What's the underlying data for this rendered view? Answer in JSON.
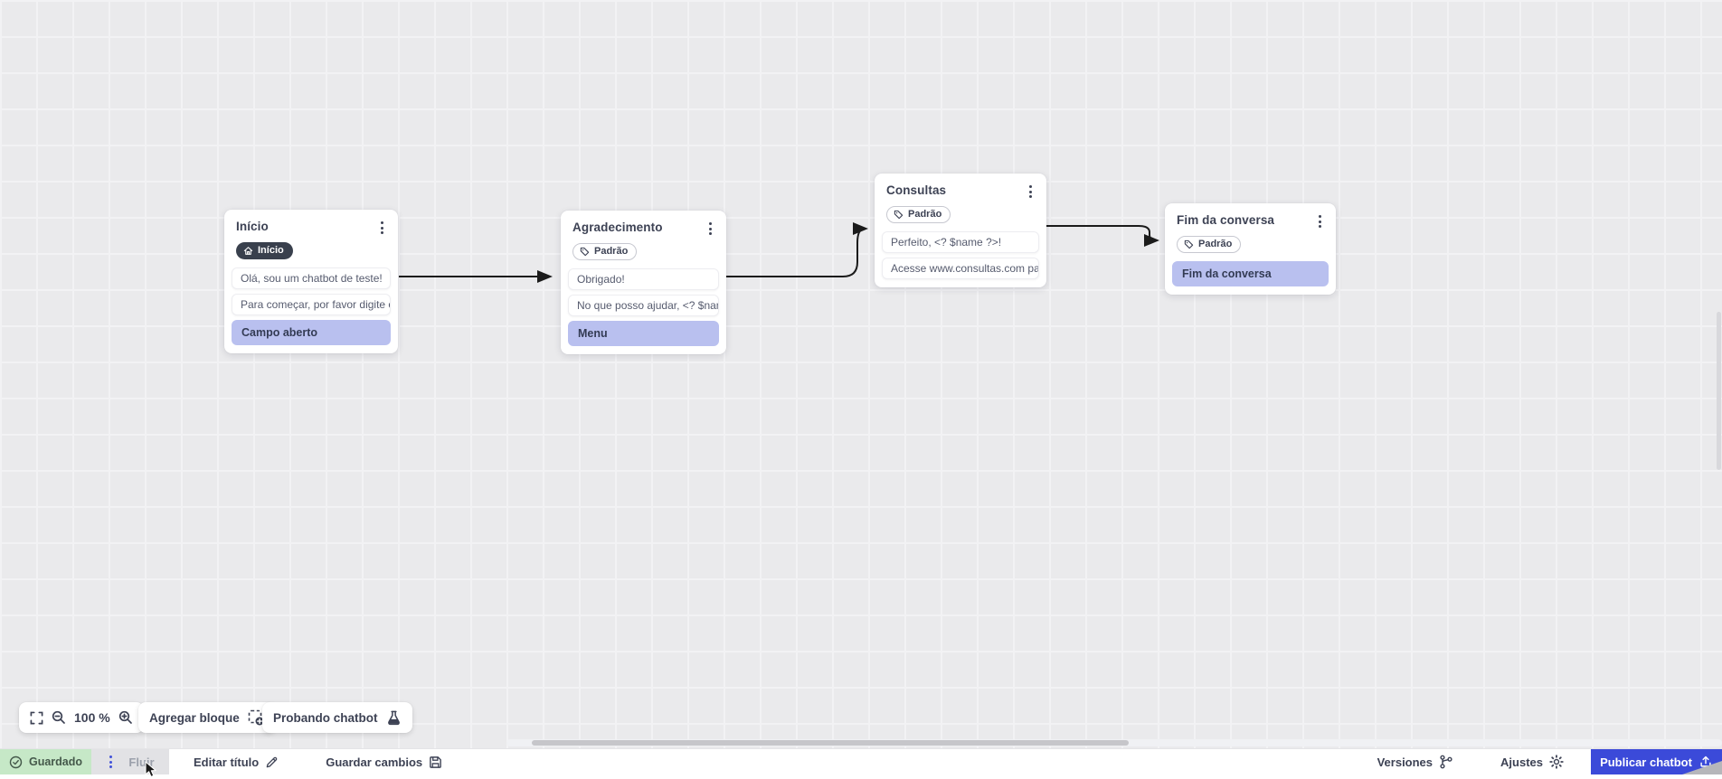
{
  "colors": {
    "publish_blue": "#3b4ad9",
    "saved_green_bg": "#c6e8c7",
    "highlight_purple": "#b9c0ef",
    "dark_badge": "#39404d",
    "edge_black": "#1b1b1b",
    "canvas_bg": "#eaeaec"
  },
  "canvas": {
    "zoom_level": "100 %",
    "add_block_label": "Agregar bloque",
    "test_chatbot_label": "Probando chatbot",
    "nodes": [
      {
        "title": "Início",
        "badge": "Início",
        "items": [
          {
            "text": "Olá, sou um chatbot de teste!"
          },
          {
            "text": "Para começar, por favor digite o ..."
          },
          {
            "text": "Campo aberto"
          }
        ]
      },
      {
        "title": "Agradecimento",
        "badge": "Padrão",
        "items": [
          {
            "text": "Obrigado!"
          },
          {
            "text": "No que posso ajudar, <? $name ..."
          },
          {
            "text": "Menu"
          }
        ]
      },
      {
        "title": "Consultas",
        "badge": "Padrão",
        "items": [
          {
            "text": "Perfeito, <? $name ?>!"
          },
          {
            "text": "Acesse www.consultas.com par..."
          }
        ]
      },
      {
        "title": "Fim da conversa",
        "badge": "Padrão",
        "items": [
          {
            "text": "Fim da conversa"
          }
        ]
      }
    ]
  },
  "statusbar": {
    "saved": "Guardado",
    "flow_tab": "Fluir",
    "edit_title": "Editar título",
    "save_changes": "Guardar cambios",
    "versions": "Versiones",
    "settings": "Ajustes",
    "publish": "Publicar chatbot"
  }
}
